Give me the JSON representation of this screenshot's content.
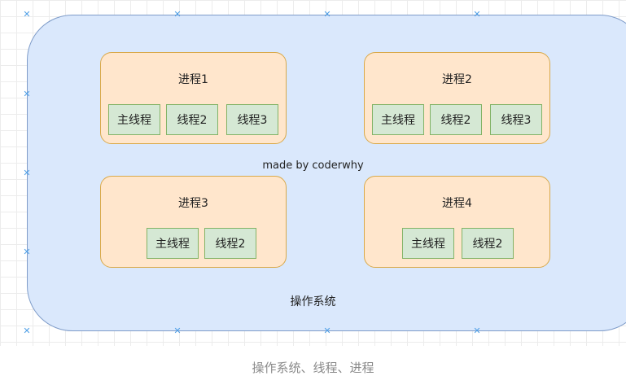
{
  "diagram": {
    "processes": [
      {
        "title": "进程1",
        "threads": [
          "主线程",
          "线程2",
          "线程3"
        ]
      },
      {
        "title": "进程2",
        "threads": [
          "主线程",
          "线程2",
          "线程3"
        ]
      },
      {
        "title": "进程3",
        "threads": [
          "主线程",
          "线程2"
        ]
      },
      {
        "title": "进程4",
        "threads": [
          "主线程",
          "线程2"
        ]
      }
    ],
    "credit": "made by coderwhy",
    "os_label": "操作系统",
    "marker_icon": "x-marker-icon",
    "colors": {
      "os_fill": "#dae8fc",
      "os_stroke": "#7f9cc9",
      "process_fill": "#ffe6cc",
      "process_stroke": "#d9a94a",
      "thread_fill": "#d5e8d4",
      "thread_stroke": "#82b366"
    }
  },
  "caption": "操作系统、线程、进程"
}
